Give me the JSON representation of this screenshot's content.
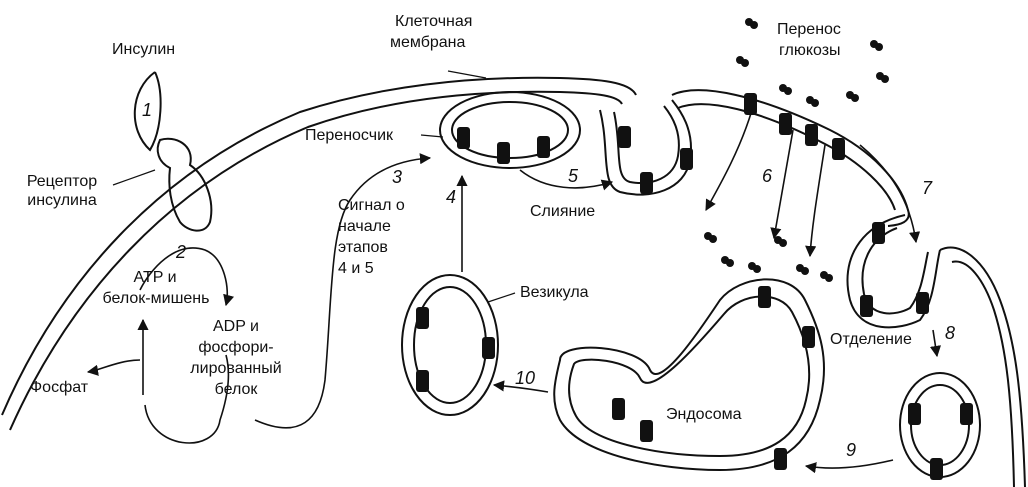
{
  "colors": {
    "ink": "#111111",
    "background": "#ffffff"
  },
  "labels": {
    "insulin": "Инсулин",
    "receptor_1": "Рецептор",
    "receptor_2": "инсулина",
    "membrane_1": "Клеточная",
    "membrane_2": "мембрана",
    "carrier": "Переносчик",
    "glucose_transfer_1": "Перенос",
    "glucose_transfer_2": "глюкозы",
    "signal_1": "Сигнал о",
    "signal_2": "начале",
    "signal_3": "этапов",
    "signal_4": "4 и 5",
    "fusion": "Слияние",
    "atp_1": "ATP и",
    "atp_2": "белок-мишень",
    "adp_1": "ADP и",
    "adp_2": "фосфори-",
    "adp_3": "лированный",
    "adp_4": "белок",
    "phosphate": "Фосфат",
    "vesicle": "Везикула",
    "endosome": "Эндосома",
    "detachment": "Отделение"
  },
  "steps": [
    "1",
    "2",
    "3",
    "4",
    "5",
    "6",
    "7",
    "8",
    "9",
    "10"
  ]
}
